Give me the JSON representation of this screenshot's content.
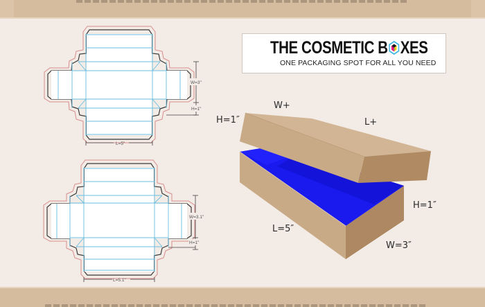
{
  "banner": {
    "top_text_visible": false,
    "bottom_text_visible": false
  },
  "logo": {
    "title_before": "THE COSMETIC B",
    "title_after": "XES",
    "tagline": "ONE PACKAGING SPOT FOR ALL YOU NEED",
    "icon": "hexagon-cube-icon",
    "icon_colors": {
      "outline": "#3fb6e0",
      "left": "#e6007e",
      "right": "#ffd800",
      "top": "#1a1a1a",
      "front": "#2a7fd4"
    }
  },
  "dielines": [
    {
      "id": "lid",
      "width_label": "W=3\"",
      "height_label": "H=1\"",
      "length_label": "L=5\""
    },
    {
      "id": "base",
      "width_label": "W=3.1\"",
      "height_label": "H=1\"",
      "length_label": "L=5.1\""
    }
  ],
  "box_3d": {
    "lid_labels": {
      "height": "H=1″",
      "width": "W+",
      "length": "L+"
    },
    "base_labels": {
      "height": "H=1″",
      "length": "L=5″",
      "width": "W=3″"
    }
  },
  "colors": {
    "background": "#f2ebe6",
    "band": "#d6bc9f",
    "cut_line": "#3a3a3a",
    "bleed_line": "#d98c8c",
    "fold_line": "#69bfe0",
    "kraft_light": "#d2b594",
    "kraft_mid": "#c6a682",
    "kraft_dark": "#b08a63",
    "interior_blue": "#1a1aee"
  }
}
